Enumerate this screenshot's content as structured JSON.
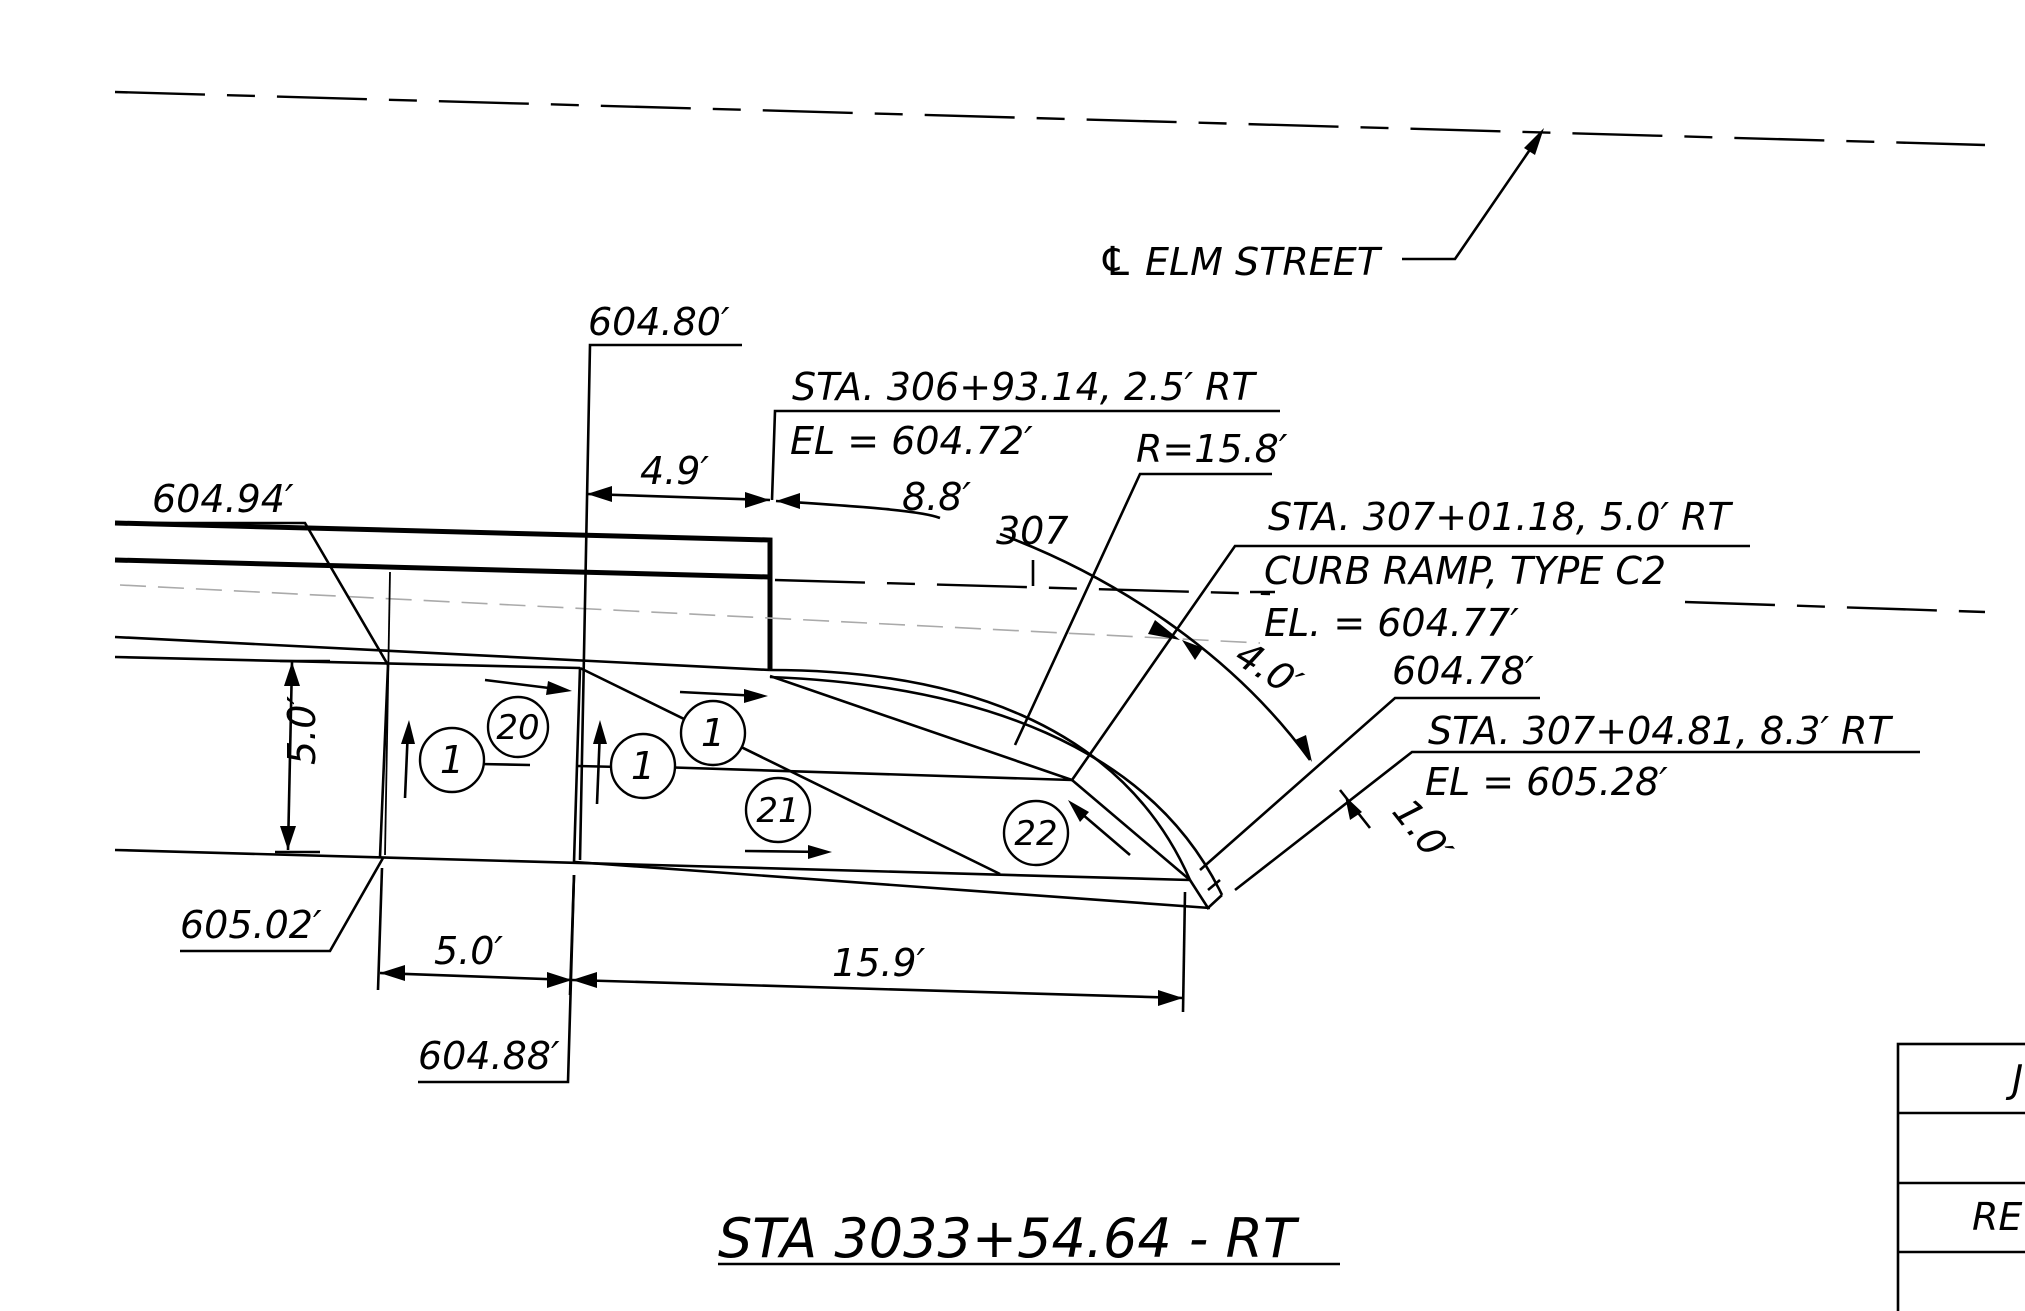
{
  "centerline": {
    "symbol": "℄",
    "label": "ELM STREET"
  },
  "elevations": {
    "top_mid": "604.80′",
    "left_top": "604.94′",
    "left_bottom": "605.02′",
    "bottom_mid": "604.88′",
    "right_mid": "604.78′"
  },
  "dimensions": {
    "d_4_9": "4.9′",
    "d_8_8": "8.8′",
    "d_radius": "R=15.8′",
    "d_4_0": "4.0′",
    "d_1_0": "1.0′",
    "d_5_0_vertical": "5.0′",
    "d_5_0_bottom": "5.0′",
    "d_15_9": "15.9′"
  },
  "stations": {
    "sta1": {
      "line1": "STA. 306+93.14, 2.5′ RT",
      "line2": "EL = 604.72′"
    },
    "sta2": {
      "line1": "STA. 307+01.18, 5.0′ RT",
      "line2": "CURB RAMP, TYPE C2",
      "line3": "EL. = 604.77′"
    },
    "sta3": {
      "line1": "STA. 307+04.81, 8.3′ RT",
      "line2": "EL = 605.28′"
    },
    "sta_tick": "307"
  },
  "callouts": [
    "1",
    "20",
    "1",
    "1",
    "21",
    "22"
  ],
  "title": "STA 3033+54.64 - RT",
  "title_block": {
    "row1_text": "J",
    "row3_text": "RE"
  }
}
